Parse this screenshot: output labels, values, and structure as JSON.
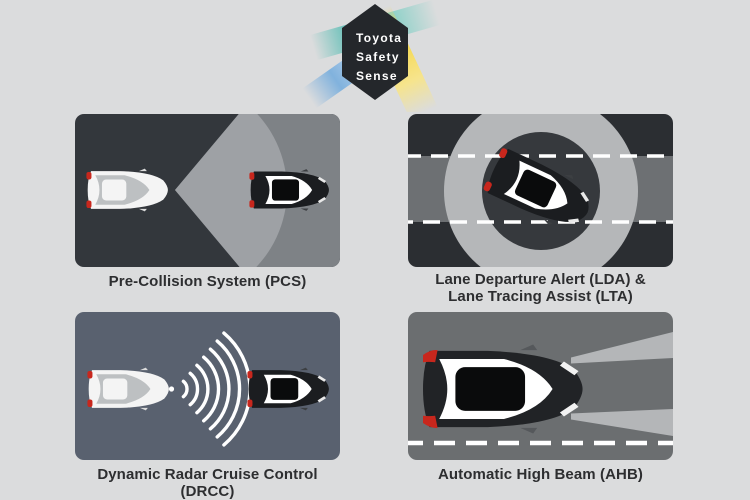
{
  "page": {
    "background_color": "#dbdcdd"
  },
  "logo": {
    "line1": "Toyota",
    "line2": "Safety",
    "line3": "Sense",
    "hexagon_color": "#24272b",
    "text_color": "#ffffff",
    "teal_color": "#56bcb3",
    "blue_color": "#7cb0dd",
    "yellow_color": "#f6d63d"
  },
  "accent": {
    "taillight_red": "#c8271d"
  },
  "panels": {
    "pcs": {
      "caption": "Pre-Collision System (PCS)",
      "background_color": "#33373c",
      "field_outer_color": "#7e8286",
      "field_inner_color": "#9ea1a5"
    },
    "lda": {
      "caption_line1": "Lane Departure Alert (LDA) &",
      "caption_line2": "Lane Tracing Assist (LTA)",
      "background_color": "#2b2e32",
      "lane_color": "#6d7073",
      "ring_color": "#b5b7b9",
      "ring_hole_color": "#36393d",
      "lane_line_color": "#ffffff"
    },
    "drcc": {
      "caption": "Dynamic Radar Cruise Control (DRCC)",
      "background_color": "#59616f",
      "wave_color": "#ffffff"
    },
    "ahb": {
      "caption": "Automatic High Beam (AHB)",
      "background_color": "#6b6e70",
      "beam_color": "#b4b6b8",
      "lane_line_color": "#ffffff"
    }
  }
}
